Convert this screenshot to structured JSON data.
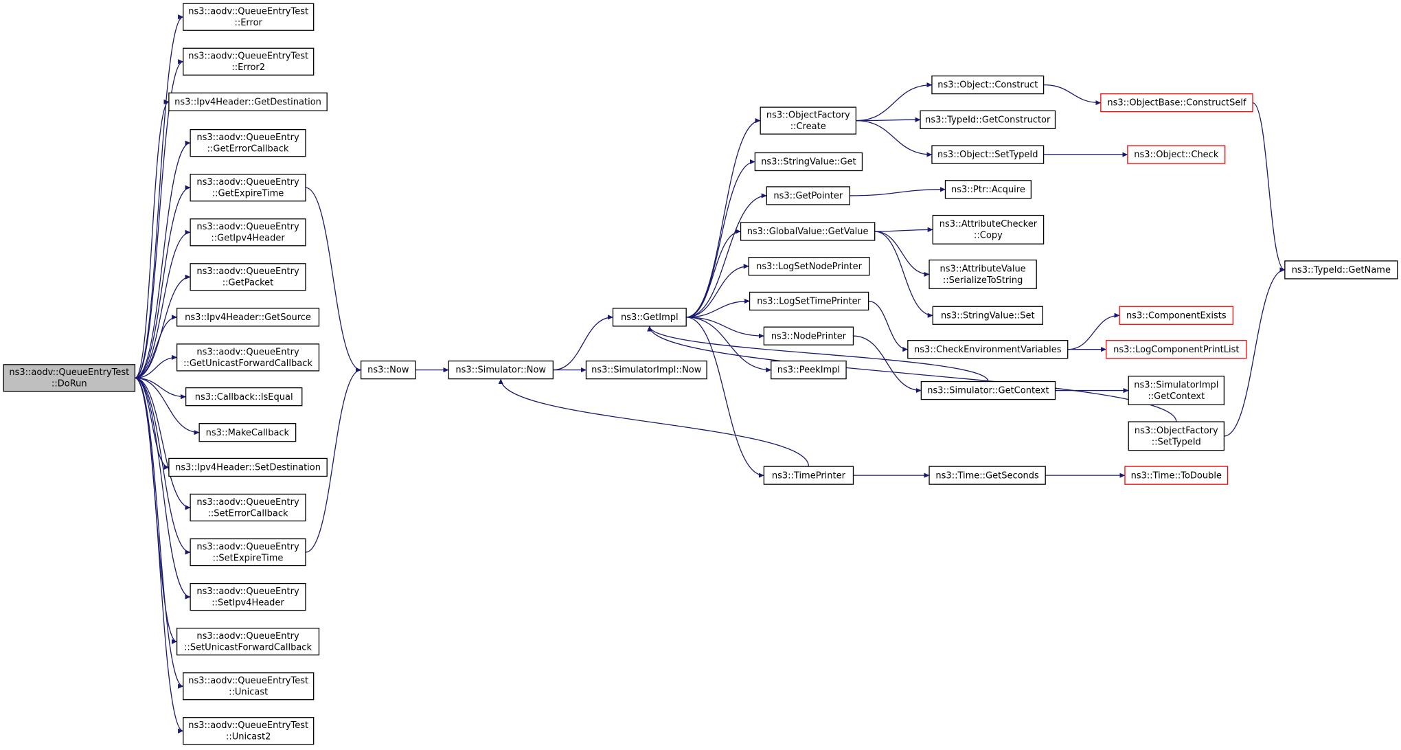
{
  "diagram": {
    "title": "",
    "colors": {
      "edge": "#191970",
      "root_fill": "#bfbfbf",
      "truncated_border": "#ff0000",
      "node_border": "#000000"
    },
    "nodes": [
      {
        "id": "root",
        "lines": [
          "ns3::aodv::QueueEntryTest",
          "::DoRun"
        ]
      },
      {
        "id": "err",
        "lines": [
          "ns3::aodv::QueueEntryTest",
          "::Error"
        ]
      },
      {
        "id": "err2",
        "lines": [
          "ns3::aodv::QueueEntryTest",
          "::Error2"
        ]
      },
      {
        "id": "getdest",
        "lines": [
          "ns3::Ipv4Header::GetDestination"
        ]
      },
      {
        "id": "geterrcb",
        "lines": [
          "ns3::aodv::QueueEntry",
          "::GetErrorCallback"
        ]
      },
      {
        "id": "getexp",
        "lines": [
          "ns3::aodv::QueueEntry",
          "::GetExpireTime"
        ]
      },
      {
        "id": "getipv4",
        "lines": [
          "ns3::aodv::QueueEntry",
          "::GetIpv4Header"
        ]
      },
      {
        "id": "getpkt",
        "lines": [
          "ns3::aodv::QueueEntry",
          "::GetPacket"
        ]
      },
      {
        "id": "getsrc",
        "lines": [
          "ns3::Ipv4Header::GetSource"
        ]
      },
      {
        "id": "getucb",
        "lines": [
          "ns3::aodv::QueueEntry",
          "::GetUnicastForwardCallback"
        ]
      },
      {
        "id": "iseq",
        "lines": [
          "ns3::Callback::IsEqual"
        ]
      },
      {
        "id": "mkcb",
        "lines": [
          "ns3::MakeCallback"
        ]
      },
      {
        "id": "setdest",
        "lines": [
          "ns3::Ipv4Header::SetDestination"
        ]
      },
      {
        "id": "seterrcb",
        "lines": [
          "ns3::aodv::QueueEntry",
          "::SetErrorCallback"
        ]
      },
      {
        "id": "setexp",
        "lines": [
          "ns3::aodv::QueueEntry",
          "::SetExpireTime"
        ]
      },
      {
        "id": "setipv4",
        "lines": [
          "ns3::aodv::QueueEntry",
          "::SetIpv4Header"
        ]
      },
      {
        "id": "setucb",
        "lines": [
          "ns3::aodv::QueueEntry",
          "::SetUnicastForwardCallback"
        ]
      },
      {
        "id": "uni",
        "lines": [
          "ns3::aodv::QueueEntryTest",
          "::Unicast"
        ]
      },
      {
        "id": "uni2",
        "lines": [
          "ns3::aodv::QueueEntryTest",
          "::Unicast2"
        ]
      },
      {
        "id": "now",
        "lines": [
          "ns3::Now"
        ]
      },
      {
        "id": "simnow",
        "lines": [
          "ns3::Simulator::Now"
        ]
      },
      {
        "id": "simimplnow",
        "lines": [
          "ns3::SimulatorImpl::Now"
        ]
      },
      {
        "id": "getimpl",
        "lines": [
          "ns3::GetImpl"
        ]
      },
      {
        "id": "ofcreate",
        "lines": [
          "ns3::ObjectFactory",
          "::Create"
        ]
      },
      {
        "id": "svget",
        "lines": [
          "ns3::StringValue::Get"
        ]
      },
      {
        "id": "getptr",
        "lines": [
          "ns3::GetPointer"
        ]
      },
      {
        "id": "gvget",
        "lines": [
          "ns3::GlobalValue::GetValue"
        ]
      },
      {
        "id": "lsnp",
        "lines": [
          "ns3::LogSetNodePrinter"
        ]
      },
      {
        "id": "lstp",
        "lines": [
          "ns3::LogSetTimePrinter"
        ]
      },
      {
        "id": "nodep",
        "lines": [
          "ns3::NodePrinter"
        ]
      },
      {
        "id": "peek",
        "lines": [
          "ns3::PeekImpl"
        ]
      },
      {
        "id": "timep",
        "lines": [
          "ns3::TimePrinter"
        ]
      },
      {
        "id": "objcons",
        "lines": [
          "ns3::Object::Construct"
        ]
      },
      {
        "id": "tidgc",
        "lines": [
          "ns3::TypeId::GetConstructor"
        ]
      },
      {
        "id": "objsti",
        "lines": [
          "ns3::Object::SetTypeId"
        ]
      },
      {
        "id": "ptracq",
        "lines": [
          "ns3::Ptr::Acquire"
        ]
      },
      {
        "id": "accopy",
        "lines": [
          "ns3::AttributeChecker",
          "::Copy"
        ]
      },
      {
        "id": "avser",
        "lines": [
          "ns3::AttributeValue",
          "::SerializeToString"
        ]
      },
      {
        "id": "svset",
        "lines": [
          "ns3::StringValue::Set"
        ]
      },
      {
        "id": "cev",
        "lines": [
          "ns3::CheckEnvironmentVariables"
        ]
      },
      {
        "id": "simgc",
        "lines": [
          "ns3::Simulator::GetContext"
        ]
      },
      {
        "id": "timegs",
        "lines": [
          "ns3::Time::GetSeconds"
        ]
      },
      {
        "id": "obcs",
        "lines": [
          "ns3::ObjectBase::ConstructSelf"
        ],
        "truncated": true
      },
      {
        "id": "objchk",
        "lines": [
          "ns3::Object::Check"
        ],
        "truncated": true
      },
      {
        "id": "compex",
        "lines": [
          "ns3::ComponentExists"
        ],
        "truncated": true
      },
      {
        "id": "lcpl",
        "lines": [
          "ns3::LogComponentPrintList"
        ],
        "truncated": true
      },
      {
        "id": "simimplgc",
        "lines": [
          "ns3::SimulatorImpl",
          "::GetContext"
        ]
      },
      {
        "id": "ofsti",
        "lines": [
          "ns3::ObjectFactory",
          "::SetTypeId"
        ]
      },
      {
        "id": "todbl",
        "lines": [
          "ns3::Time::ToDouble"
        ],
        "truncated": true
      },
      {
        "id": "tidgn",
        "lines": [
          "ns3::TypeId::GetName"
        ]
      }
    ],
    "edges": [
      [
        "root",
        "err"
      ],
      [
        "root",
        "err2"
      ],
      [
        "root",
        "getdest"
      ],
      [
        "root",
        "geterrcb"
      ],
      [
        "root",
        "getexp"
      ],
      [
        "root",
        "getipv4"
      ],
      [
        "root",
        "getpkt"
      ],
      [
        "root",
        "getsrc"
      ],
      [
        "root",
        "getucb"
      ],
      [
        "root",
        "iseq"
      ],
      [
        "root",
        "mkcb"
      ],
      [
        "root",
        "setdest"
      ],
      [
        "root",
        "seterrcb"
      ],
      [
        "root",
        "setexp"
      ],
      [
        "root",
        "setipv4"
      ],
      [
        "root",
        "setucb"
      ],
      [
        "root",
        "uni"
      ],
      [
        "root",
        "uni2"
      ],
      [
        "getexp",
        "now"
      ],
      [
        "setexp",
        "now"
      ],
      [
        "now",
        "simnow"
      ],
      [
        "simnow",
        "simimplnow"
      ],
      [
        "simnow",
        "getimpl"
      ],
      [
        "getimpl",
        "ofcreate"
      ],
      [
        "getimpl",
        "svget"
      ],
      [
        "getimpl",
        "getptr"
      ],
      [
        "getimpl",
        "gvget"
      ],
      [
        "getimpl",
        "lsnp"
      ],
      [
        "getimpl",
        "lstp"
      ],
      [
        "getimpl",
        "nodep"
      ],
      [
        "getimpl",
        "peek"
      ],
      [
        "getimpl",
        "timep"
      ],
      [
        "ofcreate",
        "objcons"
      ],
      [
        "ofcreate",
        "tidgc"
      ],
      [
        "ofcreate",
        "objsti"
      ],
      [
        "getptr",
        "ptracq"
      ],
      [
        "gvget",
        "accopy"
      ],
      [
        "gvget",
        "avser"
      ],
      [
        "gvget",
        "svset"
      ],
      [
        "lstp",
        "cev"
      ],
      [
        "nodep",
        "simgc"
      ],
      [
        "timep",
        "timegs"
      ],
      [
        "timep",
        "simnow"
      ],
      [
        "objcons",
        "obcs"
      ],
      [
        "objsti",
        "objchk"
      ],
      [
        "cev",
        "compex"
      ],
      [
        "cev",
        "lcpl"
      ],
      [
        "simgc",
        "simimplgc"
      ],
      [
        "simgc",
        "getimpl"
      ],
      [
        "ofsti",
        "getimpl"
      ],
      [
        "timegs",
        "todbl"
      ],
      [
        "obcs",
        "tidgn"
      ],
      [
        "ofsti",
        "tidgn"
      ]
    ]
  }
}
